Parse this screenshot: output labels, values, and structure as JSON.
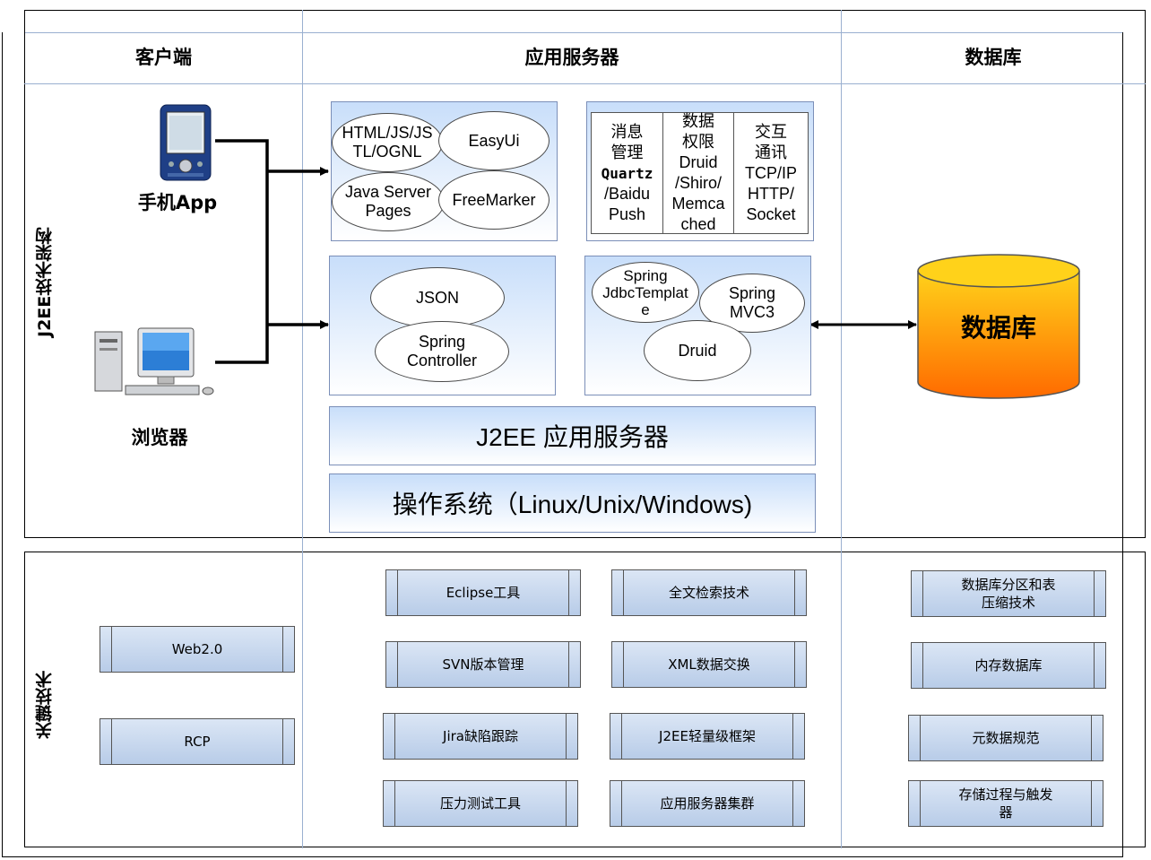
{
  "headers": {
    "client": "客户端",
    "app_server": "应用服务器",
    "database": "数据库"
  },
  "side_labels": {
    "architecture": "J2EE技术架构",
    "key_tech": "关键技术"
  },
  "clients": {
    "mobile": "手机App",
    "browser": "浏览器"
  },
  "web_layer": {
    "ovals": [
      "HTML/JS/JS\nTL/OGNL",
      "EasyUi",
      "Java Server\nPages",
      "FreeMarker"
    ]
  },
  "services": {
    "messaging": {
      "title": "消息\n管理",
      "tech_bold": "Quartz",
      "tech": "/Baidu\nPush"
    },
    "permissions": {
      "title": "数据\n权限",
      "tech": "Druid\n/Shiro/\nMemca\nched"
    },
    "interaction": {
      "title": "交互\n通讯",
      "tech": "TCP/IP\nHTTP/\nSocket"
    }
  },
  "controller_layer": {
    "ovals": [
      "JSON",
      "Spring\nController"
    ]
  },
  "persistence_layer": {
    "ovals": [
      "Spring\nJdbcTemplat\ne",
      "Spring\nMVC3",
      "Druid"
    ]
  },
  "bars": {
    "app_server": "J2EE 应用服务器",
    "os": "操作系统（Linux/Unix/Windows)"
  },
  "database_label": "数据库",
  "key_tech": {
    "client": [
      "Web2.0",
      "RCP"
    ],
    "server_left": [
      "Eclipse工具",
      "SVN版本管理",
      "Jira缺陷跟踪",
      "压力测试工具"
    ],
    "server_right": [
      "全文检索技术",
      "XML数据交换",
      "J2EE轻量级框架",
      "应用服务器集群"
    ],
    "database": [
      "数据库分区和表\n压缩技术",
      "内存数据库",
      "元数据规范",
      "存储过程与触发\n器"
    ]
  },
  "colors": {
    "panel_top": "#c8defa",
    "db_top": "#ffd21a",
    "db_bottom": "#ff6a00",
    "tech_box": "#b8cce8"
  }
}
